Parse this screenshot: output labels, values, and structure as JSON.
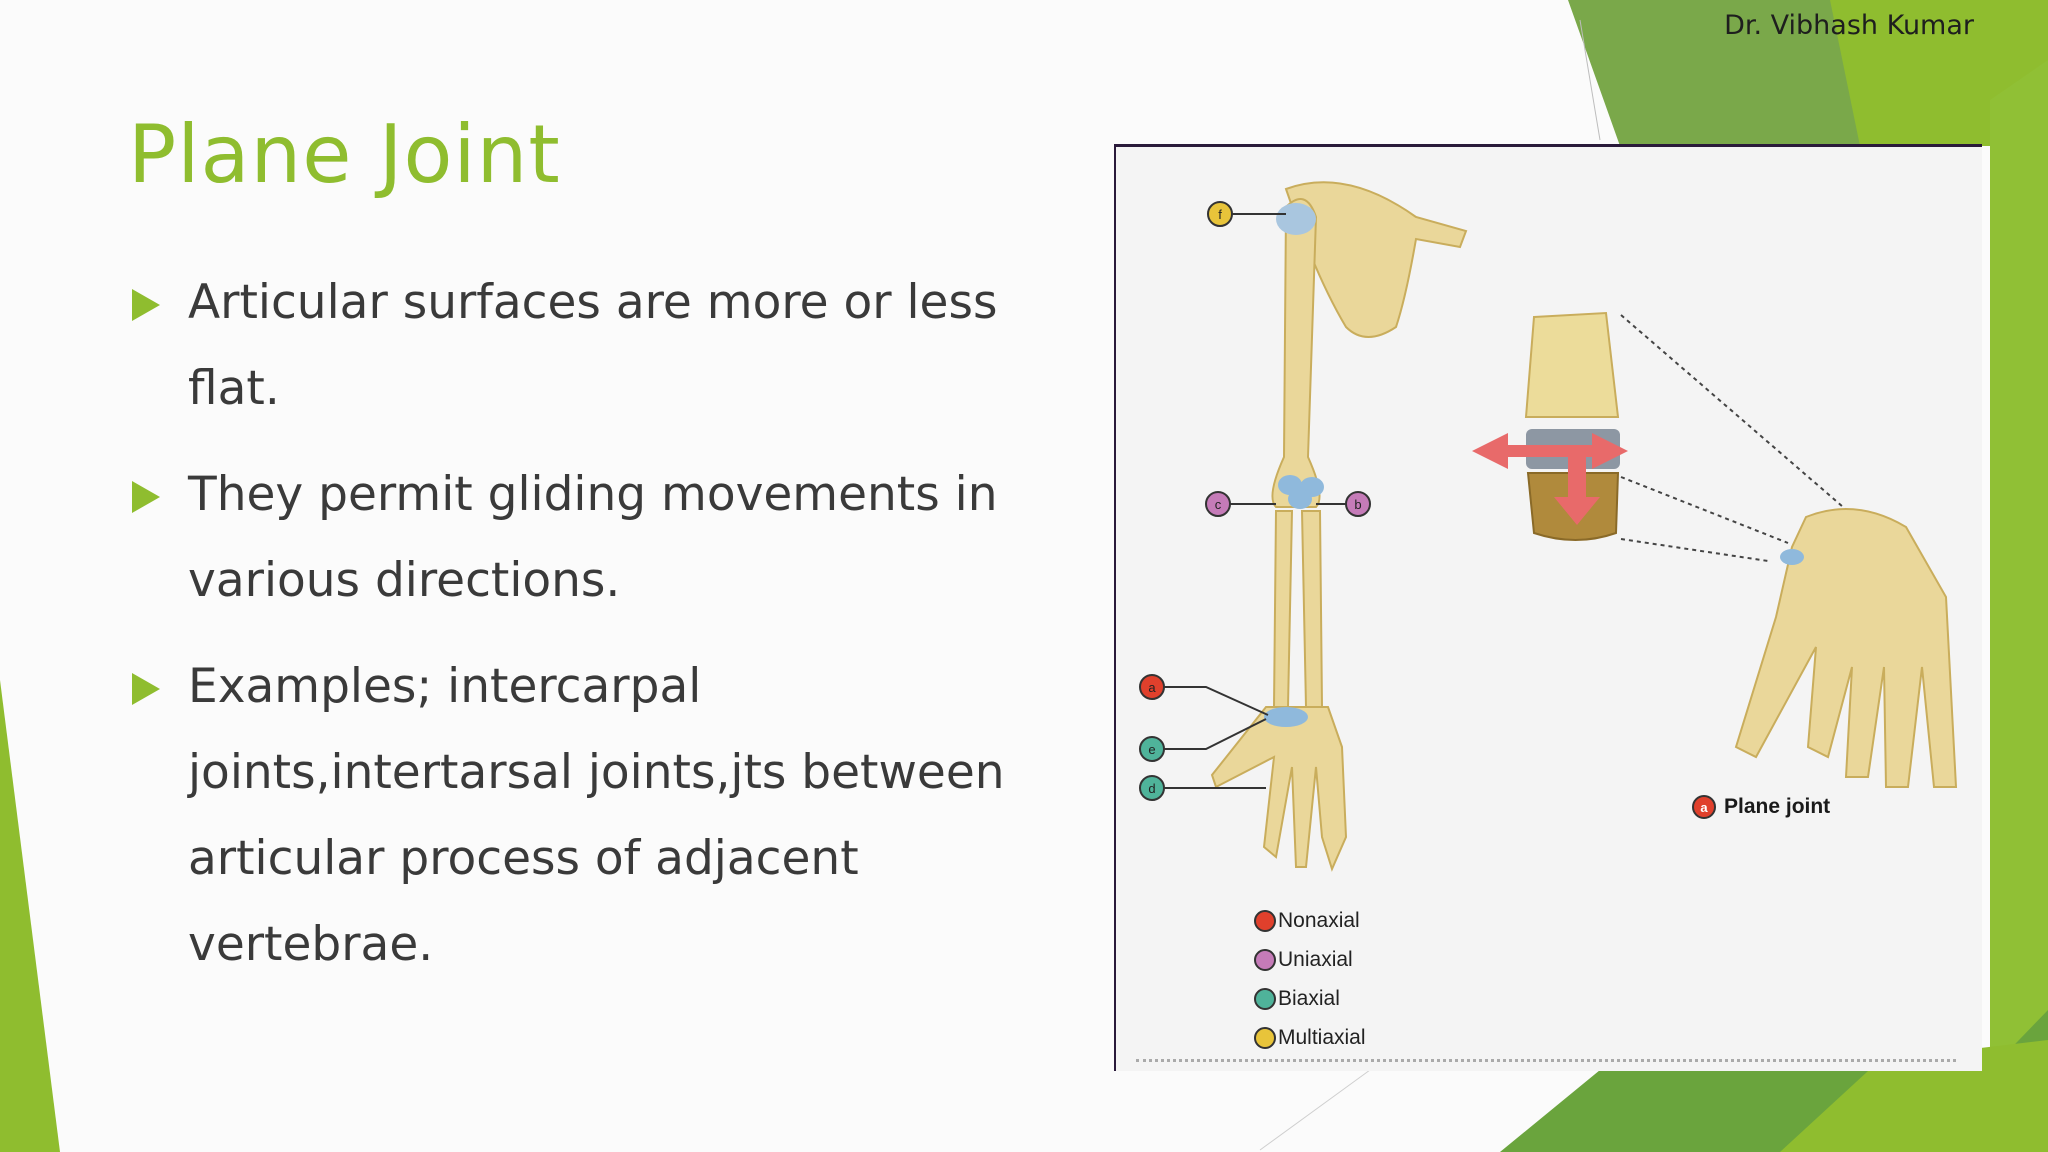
{
  "slide": {
    "author": "Dr. Vibhash Kumar",
    "title": "Plane Joint",
    "bullets": [
      "Articular surfaces are more or less flat.",
      "They permit gliding movements in various directions.",
      "Examples; intercarpal joints,intertarsal joints,jts between articular process of adjacent vertebrae."
    ],
    "accent_color": "#8fbd2f"
  },
  "figure": {
    "markers": [
      {
        "letter": "f",
        "color": "#e8c43a"
      },
      {
        "letter": "c",
        "color": "#c57bb8"
      },
      {
        "letter": "b",
        "color": "#c57bb8"
      },
      {
        "letter": "a",
        "color": "#e0402c"
      },
      {
        "letter": "e",
        "color": "#4fb39a"
      },
      {
        "letter": "d",
        "color": "#4fb39a"
      }
    ],
    "plane_joint_label": "Plane joint",
    "plane_joint_badge": "a",
    "legend": [
      {
        "label": "Nonaxial",
        "color": "#e0402c"
      },
      {
        "label": "Uniaxial",
        "color": "#c57bb8"
      },
      {
        "label": "Biaxial",
        "color": "#4fb39a"
      },
      {
        "label": "Multiaxial",
        "color": "#e8c43a"
      }
    ]
  }
}
